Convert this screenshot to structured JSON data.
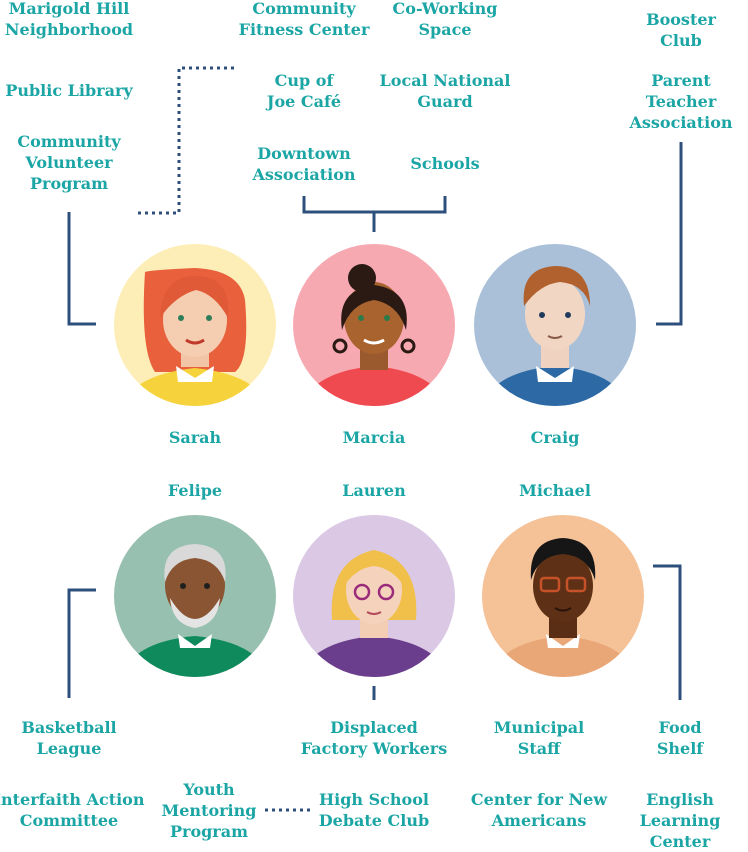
{
  "colors": {
    "label": "#1ba5a5",
    "connector": "#2d4f7c",
    "sarah_bg": "#fdeeb7",
    "marcia_bg": "#f7a9b2",
    "craig_bg": "#a9c0d8",
    "felipe_bg": "#98c0b0",
    "lauren_bg": "#dbc8e4",
    "michael_bg": "#f5c197"
  },
  "people": {
    "sarah": "Sarah",
    "marcia": "Marcia",
    "craig": "Craig",
    "felipe": "Felipe",
    "lauren": "Lauren",
    "michael": "Michael"
  },
  "groups": {
    "marigold": "Marigold Hill\nNeighborhood",
    "public_library": "Public Library",
    "volunteer_program": "Community\nVolunteer\nProgram",
    "fitness_center": "Community\nFitness Center",
    "coworking": "Co-Working\nSpace",
    "cafe": "Cup of\nJoe Café",
    "national_guard": "Local National\nGuard",
    "downtown_assoc": "Downtown\nAssociation",
    "schools": "Schools",
    "booster_club": "Booster Club",
    "pta": "Parent Teacher\nAssociation",
    "basketball": "Basketball\nLeague",
    "interfaith": "Interfaith Action\nCommittee",
    "youth_mentoring": "Youth\nMentoring\nProgram",
    "displaced_workers": "Displaced\nFactory Workers",
    "debate_club": "High School\nDebate Club",
    "municipal_staff": "Municipal\nStaff",
    "new_americans": "Center for New\nAmericans",
    "food_shelf": "Food\nShelf",
    "english_center": "English\nLearning Center"
  }
}
